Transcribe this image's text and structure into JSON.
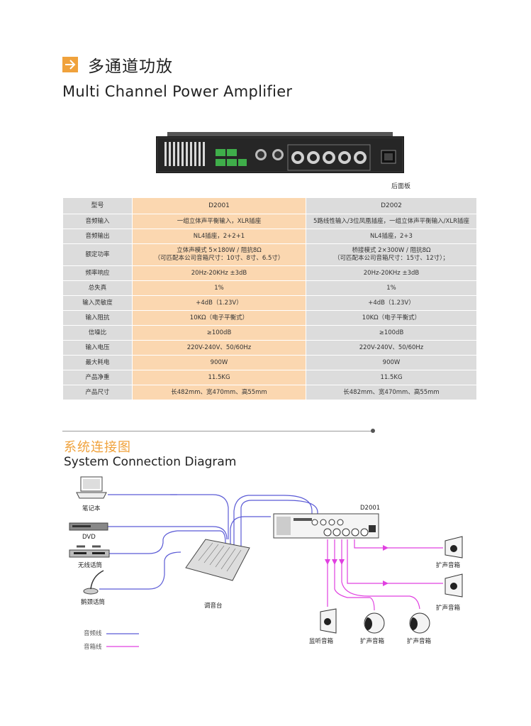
{
  "header": {
    "title_cn": "多通道功放",
    "title_en": "Multi Channel Power Amplifier"
  },
  "device": {
    "rear_label": "后面板"
  },
  "spec_table": {
    "columns": [
      "型号",
      "D2001",
      "D2002"
    ],
    "rows": [
      {
        "label": "音频输入",
        "d2001": "一组立体声平衡输入，XLR插座",
        "d2002": "5路线性输入/3位凤凰插座，一组立体声平衡输入/XLR插座"
      },
      {
        "label": "音频输出",
        "d2001": "NL4插座，2+2+1",
        "d2002": "NL4插座，2+3"
      },
      {
        "label": "额定功率",
        "d2001": "立体声模式 5×180W / 阻抗8Ω",
        "d2001_b": "（可匹配本公司音箱尺寸：10寸、8寸、6.5寸）",
        "d2002": "桥接模式   2×300W / 阻抗8Ω",
        "d2002_b": "（可匹配本公司音箱尺寸：15寸、12寸）；"
      },
      {
        "label": "频率响应",
        "d2001": "20Hz-20KHz ±3dB",
        "d2002": "20Hz-20KHz ±3dB"
      },
      {
        "label": "总失真",
        "d2001": "1%",
        "d2002": "1%"
      },
      {
        "label": "输入灵敏度",
        "d2001": "+4dB（1.23V）",
        "d2002": "+4dB（1.23V）"
      },
      {
        "label": "输入阻抗",
        "d2001": "10KΩ（电子平衡式）",
        "d2002": "10KΩ（电子平衡式）"
      },
      {
        "label": "信噪比",
        "d2001": "≥100dB",
        "d2002": "≥100dB"
      },
      {
        "label": "输入电压",
        "d2001": "220V-240V、50/60Hz",
        "d2002": "220V-240V、50/60Hz"
      },
      {
        "label": "最大耗电",
        "d2001": "900W",
        "d2002": "900W"
      },
      {
        "label": "产品净重",
        "d2001": "11.5KG",
        "d2002": "11.5KG"
      },
      {
        "label": "产品尺寸",
        "d2001": "长482mm、宽470mm、高55mm",
        "d2002": "长482mm、宽470mm、高55mm"
      }
    ]
  },
  "system": {
    "title_cn": "系统连接图",
    "title_en": "System Connection Diagram",
    "labels": {
      "laptop": "笔记本",
      "dvd": "DVD",
      "wireless_mic": "无线话筒",
      "gooseneck_mic": "鹅颈话筒",
      "mixer": "调音台",
      "amp": "D2001",
      "speaker_right_1": "扩声音箱",
      "speaker_right_2": "扩声音箱",
      "monitor": "监听音箱",
      "speaker_bottom_1": "扩声音箱",
      "speaker_bottom_2": "扩声音箱"
    },
    "legend": {
      "audio_line": "音频线",
      "speaker_line": "音箱线"
    },
    "colors": {
      "audio_line": "#5b5bd6",
      "speaker_line": "#e040e0",
      "accent": "#f0a23c"
    }
  }
}
